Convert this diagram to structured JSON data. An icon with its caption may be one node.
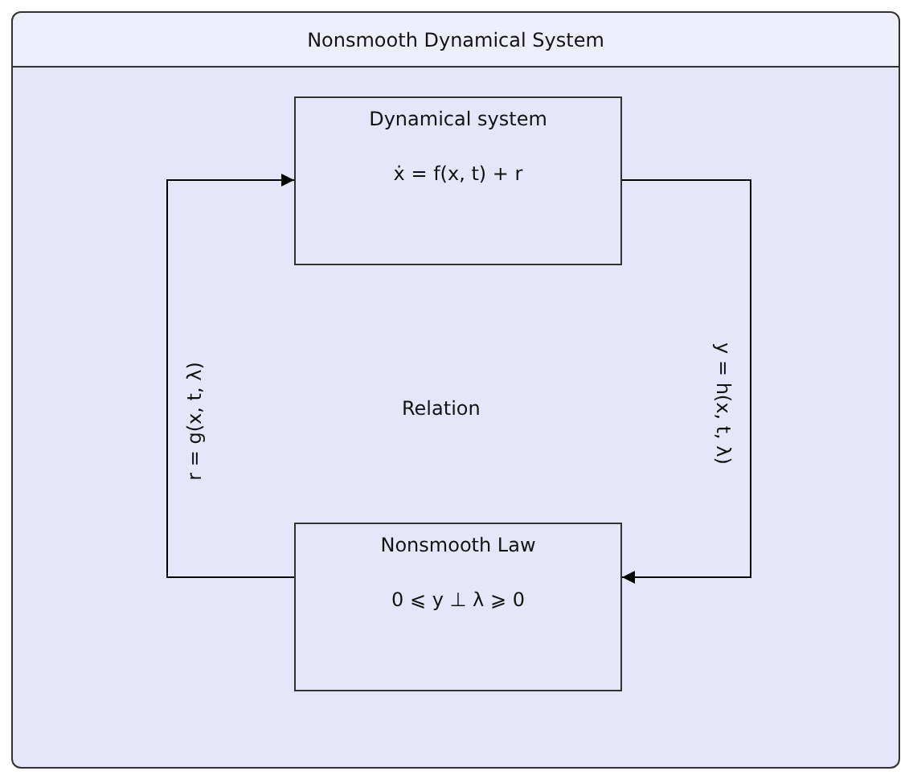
{
  "diagram": {
    "nodes": [
      {
        "text": [
          "Nonsmooth Dynamical System"
        ]
      },
      {
        "text": [
          "Dynamical system",
          "ẋ = f(x, t) + r"
        ],
        "in": 0
      },
      {
        "text": [
          "Nonsmooth Law",
          "0 ⩽ y ⊥ λ ⩾ 0"
        ],
        "in": 0
      }
    ],
    "edges": [
      {
        "from": 1,
        "to": 2,
        "arrow": "to",
        "label": "y = h(x, t, λ)"
      },
      {
        "from": 2,
        "to": 1,
        "arrow": "to",
        "label": "r = g(x, t, λ)"
      }
    ],
    "labels": [
      "Relation"
    ]
  }
}
